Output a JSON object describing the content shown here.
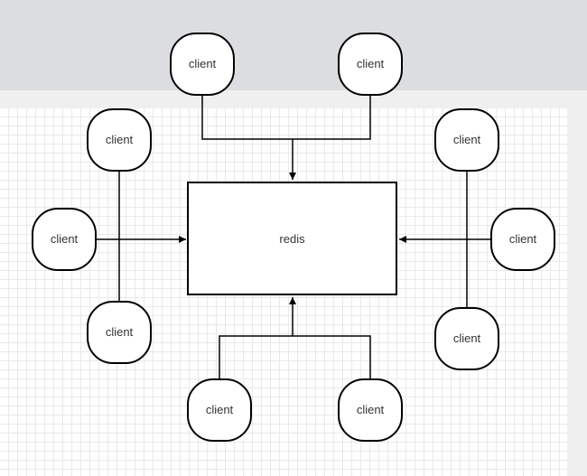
{
  "diagram": {
    "server": {
      "label": "redis"
    },
    "clients": [
      {
        "label": "client"
      },
      {
        "label": "client"
      },
      {
        "label": "client"
      },
      {
        "label": "client"
      },
      {
        "label": "client"
      },
      {
        "label": "client"
      },
      {
        "label": "client"
      },
      {
        "label": "client"
      },
      {
        "label": "client"
      },
      {
        "label": "client"
      }
    ]
  }
}
